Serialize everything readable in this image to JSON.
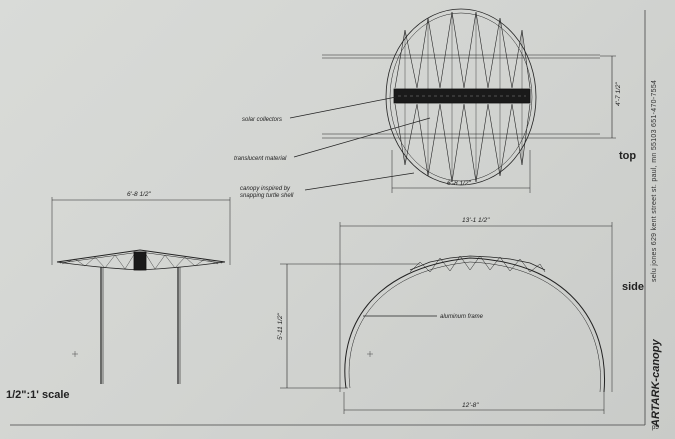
{
  "scale_label": "1/2\":1' scale",
  "views": {
    "top": "top",
    "side": "side"
  },
  "labels": {
    "solar": "solar collectors",
    "translucent": "translucent material",
    "canopy1": "canopy inspired by",
    "canopy2": "snapping turtle shell",
    "aluminum": "aluminum frame"
  },
  "dimensions": {
    "front_width": "6'-8 1/2\"",
    "top_width": "6'-8 1/2\"",
    "top_height": "4'-7 1/2\"",
    "side_top": "13'-1 1/2\"",
    "side_height": "5'-11 1/2\"",
    "side_bottom": "12'-8\""
  },
  "title_block": {
    "info": "selu jones    629 kent street    st. paul, mn 55103    651-470-7554",
    "title": "ARTARK-canopy",
    "page": "p5"
  }
}
